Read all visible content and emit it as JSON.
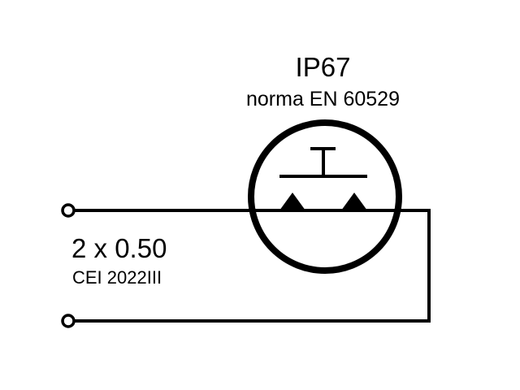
{
  "device": {
    "rating": "IP67",
    "standard": "norma EN 60529"
  },
  "cable": {
    "section": "2 x 0.50",
    "spec": "CEI 2022III"
  },
  "colors": {
    "ink": "#000000",
    "background": "#ffffff"
  },
  "symbols": {
    "switch": "pushbutton-normally-open-icon",
    "terminal": "terminal-ring-icon"
  }
}
